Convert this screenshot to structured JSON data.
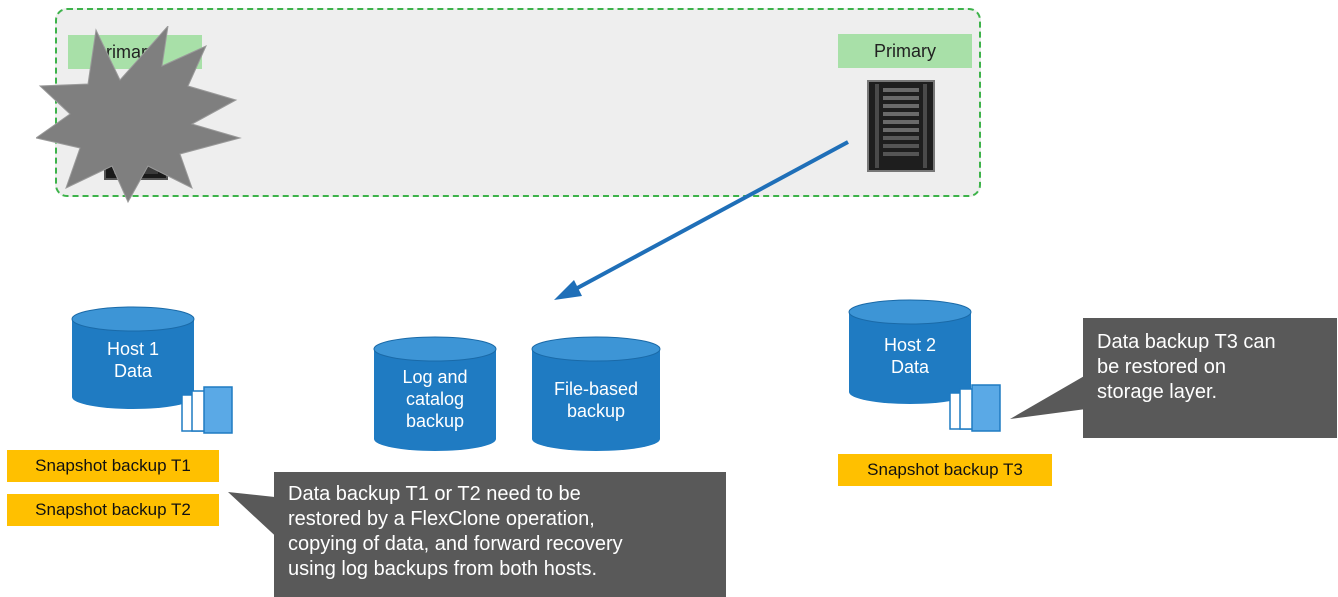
{
  "zone": {
    "left_label": "Primary",
    "right_label": "Primary"
  },
  "host1": {
    "line1": "Host 1",
    "line2": "Data"
  },
  "host2": {
    "line1": "Host 2",
    "line2": "Data"
  },
  "log_backup": {
    "line1": "Log and",
    "line2": "catalog",
    "line3": "backup"
  },
  "file_backup": {
    "line1": "File-based",
    "line2": "backup"
  },
  "snapshots": {
    "t1": "Snapshot backup T1",
    "t2": "Snapshot backup T2",
    "t3": "Snapshot backup T3"
  },
  "callouts": {
    "center": [
      "Data backup T1 or T2 need to be",
      "restored by a FlexClone operation,",
      "copying of data, and forward recovery",
      "using log backups from both hosts."
    ],
    "right": [
      "Data backup T3 can",
      "be restored on",
      "storage layer."
    ]
  },
  "colors": {
    "cylinder": "#1f7bc2",
    "cylinder_top": "#3d95d6",
    "snapshot_badge": "#ffc000",
    "callout": "#595959",
    "primary_label": "#a8e0a8",
    "zone_border": "#3db34a",
    "arrow": "#1f6fb8",
    "explosion": "#7f7f7f"
  }
}
